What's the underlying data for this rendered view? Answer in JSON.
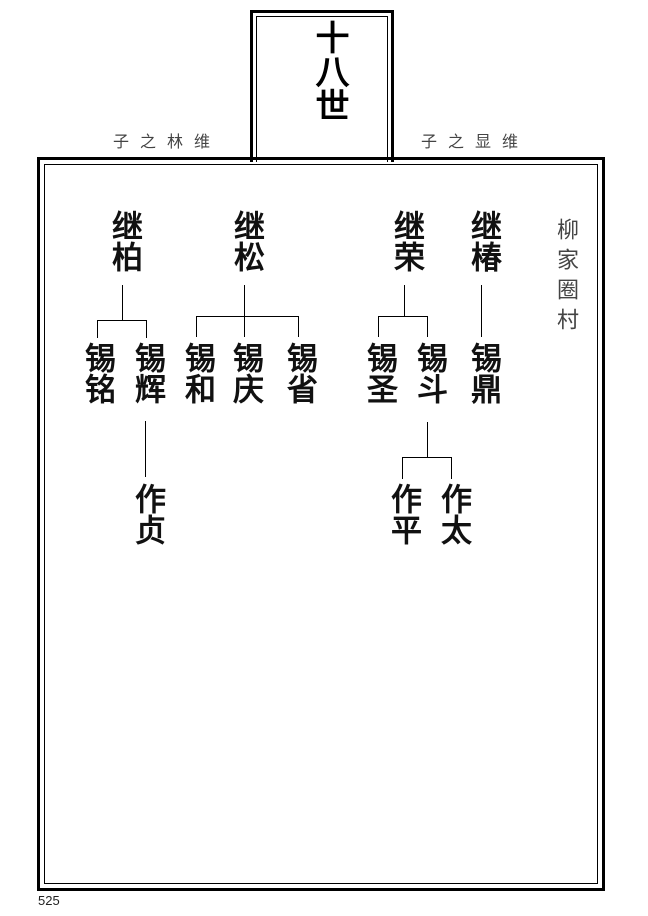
{
  "generation": "十八世",
  "left_label": "子之林维",
  "right_label": "子之显维",
  "village": "柳家圈村",
  "page_number": "525",
  "names": {
    "jibai": "继柏",
    "jisong": "继松",
    "jirong": "继荣",
    "jichun": "继椿",
    "ximing": "锡铭",
    "xihui": "锡辉",
    "xihe": "锡和",
    "xiqing": "锡庆",
    "xisheng_sheng": "锡省",
    "xisheng": "锡圣",
    "xidou": "锡斗",
    "xiding": "锡鼎",
    "zuozhen": "作贞",
    "zuoping": "作平",
    "zuotai": "作太"
  }
}
